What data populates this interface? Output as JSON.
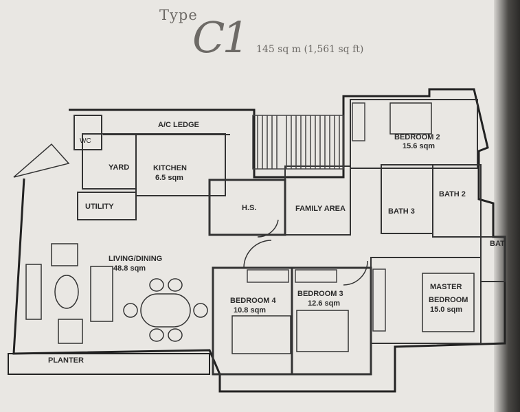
{
  "header": {
    "type_word": "Type",
    "type_code": "C1",
    "area": "145 sq m (1,561 sq ft)"
  },
  "rooms": {
    "ac_ledge": "A/C LEDGE",
    "wc": "WC",
    "yard": "YARD",
    "kitchen": "KITCHEN",
    "kitchen_area": "6.5 sqm",
    "utility": "UTILITY",
    "hs": "H.S.",
    "family_area": "FAMILY AREA",
    "bedroom2": "BEDROOM 2",
    "bedroom2_area": "15.6 sqm",
    "bath2": "BATH 2",
    "bath3": "BATH 3",
    "bath": "BAT",
    "living_dining": "LIVING/DINING",
    "living_dining_area": "48.8 sqm",
    "bedroom4": "BEDROOM 4",
    "bedroom4_area": "10.8 sqm",
    "bedroom3": "BEDROOM 3",
    "bedroom3_area": "12.6 sqm",
    "master_bedroom_1": "MASTER",
    "master_bedroom_2": "BEDROOM",
    "master_bedroom_area": "15.0 sqm",
    "planter": "PLANTER"
  }
}
